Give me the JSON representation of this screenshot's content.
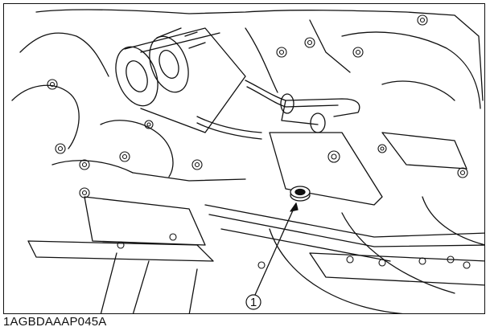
{
  "diagram": {
    "figure_code": "1AGBDAAAP045A",
    "callout": {
      "label": "1",
      "target": "drain-plug"
    }
  },
  "colors": {
    "line": "#111111",
    "background": "#ffffff"
  }
}
